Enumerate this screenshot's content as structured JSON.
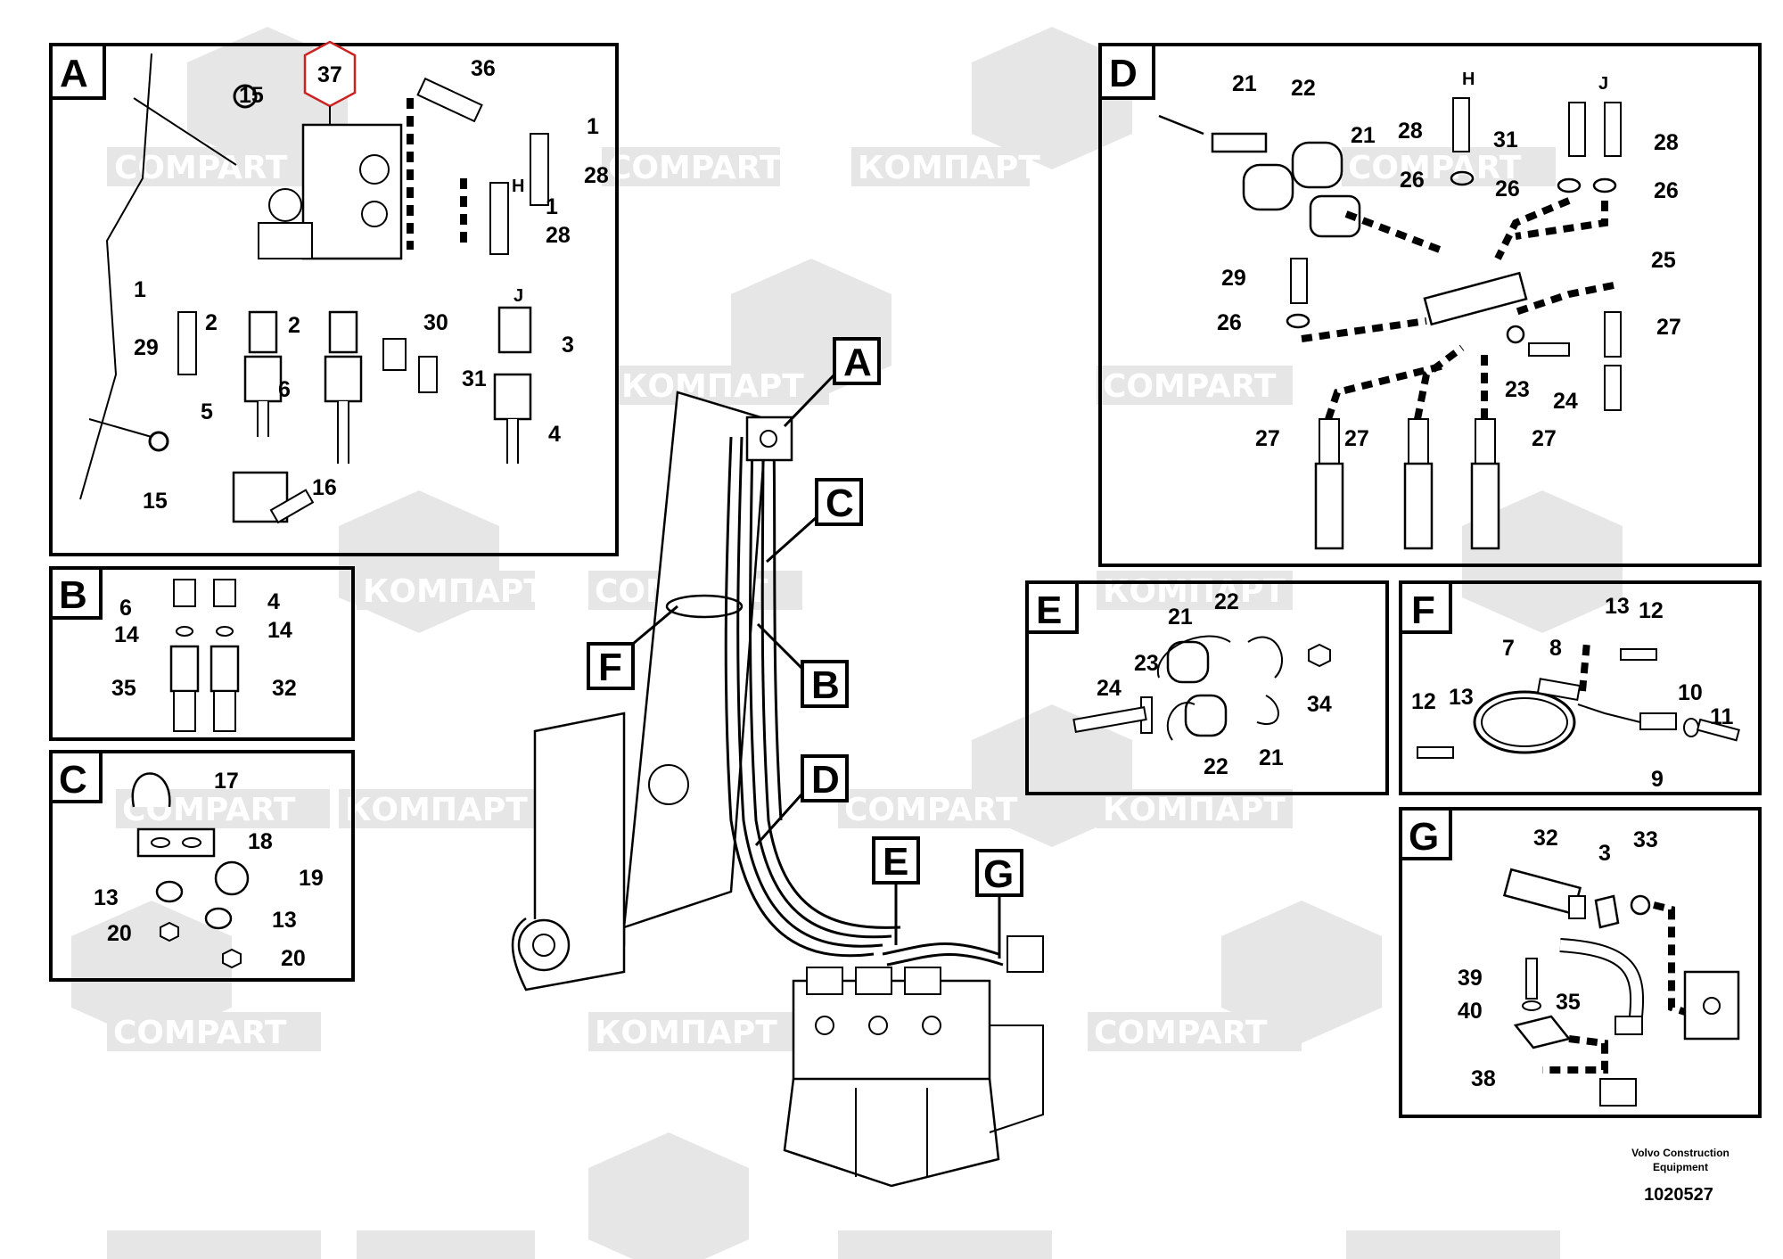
{
  "footer": {
    "maker_line1": "Volvo Construction",
    "maker_line2": "Equipment",
    "drawing_number": "1020527"
  },
  "watermark": {
    "latin": "COMPART",
    "cyrillic": "КОМПАРТ"
  },
  "colors": {
    "line": "#000000",
    "background": "#ffffff",
    "watermark": "#e6e6e6",
    "highlight": "#cc2222"
  },
  "panels": {
    "A": {
      "letter": "A",
      "assembly_ref": "37",
      "parts": {
        "n15a": "15",
        "n15b": "15",
        "n36": "36",
        "n1a": "1",
        "n1b": "1",
        "n1c": "1",
        "n28a": "28",
        "n28b": "28",
        "n2a": "2",
        "n2b": "2",
        "n29": "29",
        "n30": "30",
        "n3": "3",
        "n6": "6",
        "n31": "31",
        "n5": "5",
        "n4": "4",
        "n16": "16"
      },
      "hose_h": "H",
      "hose_j": "J"
    },
    "B": {
      "letter": "B",
      "parts": {
        "n6": "6",
        "n4": "4",
        "n14a": "14",
        "n14b": "14",
        "n35": "35",
        "n32": "32"
      }
    },
    "C": {
      "letter": "C",
      "parts": {
        "n17": "17",
        "n18": "18",
        "n19": "19",
        "n13a": "13",
        "n13b": "13",
        "n20a": "20",
        "n20b": "20"
      }
    },
    "D": {
      "letter": "D",
      "parts": {
        "n21a": "21",
        "n22": "22",
        "n21b": "21",
        "n28a": "28",
        "n31": "31",
        "n28b": "28",
        "n26a": "26",
        "n26b": "26",
        "n26c": "26",
        "n26d": "26",
        "n29": "29",
        "n25": "25",
        "n27a": "27",
        "n27b": "27",
        "n27c": "27",
        "n27d": "27",
        "n23": "23",
        "n24": "24"
      },
      "hose_h": "H",
      "hose_j": "J"
    },
    "E": {
      "letter": "E",
      "parts": {
        "n21a": "21",
        "n22a": "22",
        "n23": "23",
        "n24": "24",
        "n34": "34",
        "n22b": "22",
        "n21b": "21"
      }
    },
    "F": {
      "letter": "F",
      "parts": {
        "n13a": "13",
        "n12a": "12",
        "n7": "7",
        "n8": "8",
        "n12b": "12",
        "n13b": "13",
        "n10": "10",
        "n11": "11",
        "n9": "9"
      }
    },
    "G": {
      "letter": "G",
      "parts": {
        "n32": "32",
        "n3": "3",
        "n33": "33",
        "n39": "39",
        "n40": "40",
        "n35": "35",
        "n38": "38"
      }
    }
  },
  "callouts": {
    "A": "A",
    "B": "B",
    "C": "C",
    "D": "D",
    "E": "E",
    "F": "F",
    "G": "G"
  }
}
